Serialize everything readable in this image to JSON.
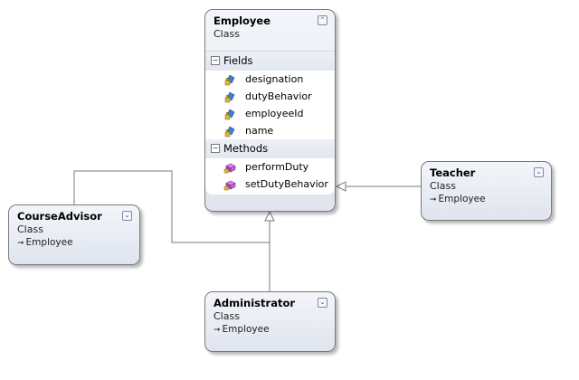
{
  "classes": {
    "employee": {
      "name": "Employee",
      "kind": "Class",
      "fields_header": "Fields",
      "fields": [
        "designation",
        "dutyBehavior",
        "employeeId",
        "name"
      ],
      "methods_header": "Methods",
      "methods": [
        "performDuty",
        "setDutyBehavior"
      ]
    },
    "teacher": {
      "name": "Teacher",
      "kind": "Class",
      "base": "Employee"
    },
    "course_advisor": {
      "name": "CourseAdvisor",
      "kind": "Class",
      "base": "Employee"
    },
    "administrator": {
      "name": "Administrator",
      "kind": "Class",
      "base": "Employee"
    }
  },
  "icons": {
    "field": "field-lock-icon",
    "method": "method-lock-icon",
    "collapse": "collapse-chevron-icon",
    "expand": "expand-chevron-icon",
    "inherit": "inheritance-arrow-icon"
  },
  "colors": {
    "box_border": "#7a7a7a",
    "header_gradient_top": "#f3f5fa",
    "header_gradient_bottom": "#dfe4ee",
    "field_icon": "#3e7fd0",
    "method_icon": "#b24bd1",
    "connector": "#7a7a7a"
  }
}
